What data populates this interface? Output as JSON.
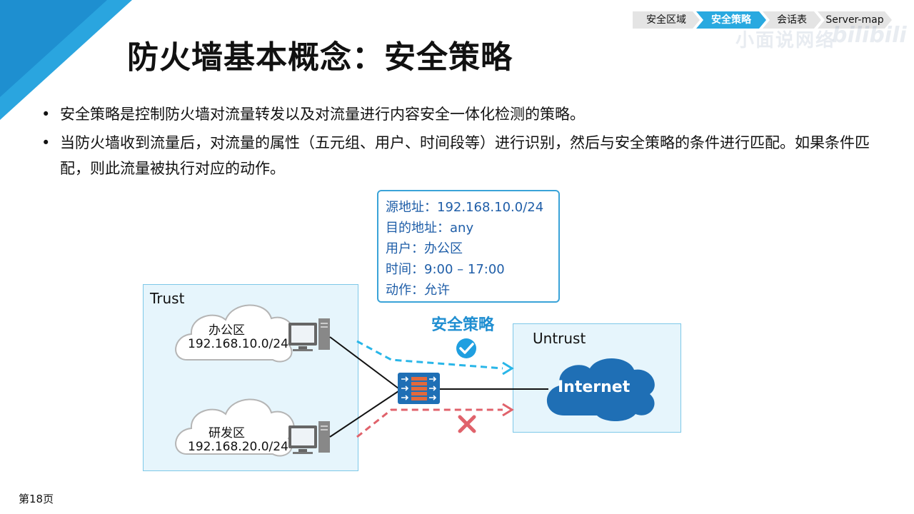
{
  "colors": {
    "accent": "#29a9e0",
    "title_blue": "#1f5ea8",
    "zone_fill": "#e6f5fc",
    "zone_border": "#7ec8e8",
    "allow_line": "#29b6e8",
    "deny_line": "#e0626b",
    "cloud_internet": "#1f6fb5"
  },
  "breadcrumb": {
    "items": [
      {
        "label": "安全区域",
        "active": false
      },
      {
        "label": "安全策略",
        "active": true
      },
      {
        "label": "会话表",
        "active": false
      },
      {
        "label": "Server-map",
        "active": false
      }
    ]
  },
  "watermark": {
    "text": "小面说网络",
    "brand": "bilibili"
  },
  "title": "防火墙基本概念：安全策略",
  "bullets": [
    "安全策略是控制防火墙对流量转发以及对流量进行内容安全一体化检测的策略。",
    "当防火墙收到流量后，对流量的属性（五元组、用户、时间段等）进行识别，然后与安全策略的条件进行匹配。如果条件匹配，则此流量被执行对应的动作。"
  ],
  "bullet_marker": "•",
  "policy": {
    "rows": [
      {
        "key": "源地址：",
        "value": "192.168.10.0/24"
      },
      {
        "key": "目的地址：",
        "value": "any"
      },
      {
        "key": "用户：",
        "value": "办公区"
      },
      {
        "key": "时间：",
        "value": "9:00 – 17:00"
      },
      {
        "key": "动作：",
        "value": "允许"
      }
    ]
  },
  "diagram": {
    "trust_label": "Trust",
    "untrust_label": "Untrust",
    "policy_label": "安全策略",
    "office": {
      "name": "办公区",
      "subnet": "192.168.10.0/24"
    },
    "rnd": {
      "name": "研发区",
      "subnet": "192.168.20.0/24"
    },
    "internet_label": "Internet",
    "allow_icon": "check-circle-icon",
    "deny_icon": "cross-icon"
  },
  "page_number": "第18页"
}
